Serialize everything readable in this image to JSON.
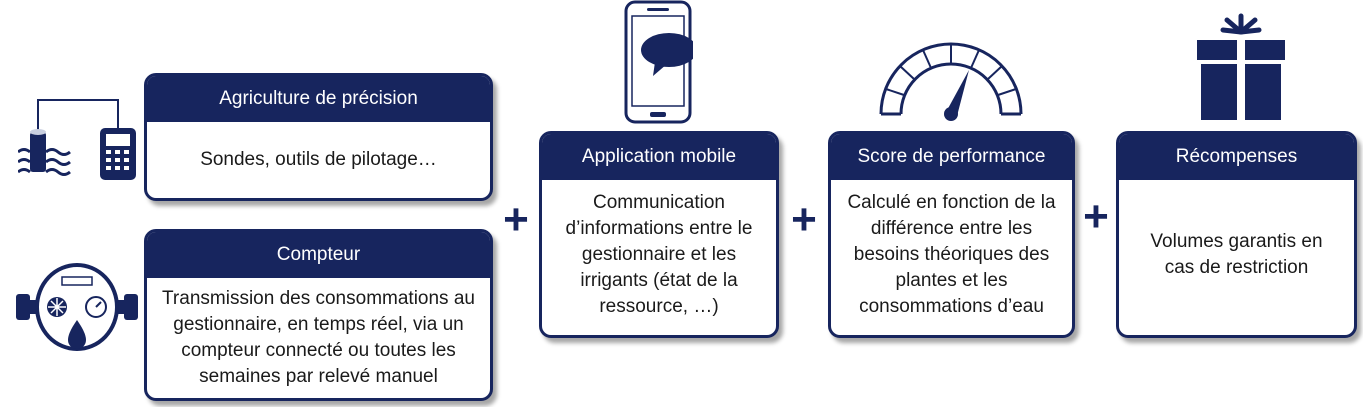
{
  "cards": {
    "agriculture": {
      "title": "Agriculture de précision",
      "body": "Sondes, outils de pilotage…"
    },
    "compteur": {
      "title": "Compteur",
      "body": "Transmission des consommations au gestionnaire, en temps réel, via un compteur connecté ou toutes les semaines par relevé manuel"
    },
    "application": {
      "title": "Application mobile",
      "body": "Communication d’informations entre le gestionnaire et les irrigants (état de la ressource, …)"
    },
    "score": {
      "title": "Score de performance",
      "body": "Calculé en fonction de la différence entre les besoins théoriques des plantes et les consommations d’eau"
    },
    "recompenses": {
      "title": "Récompenses",
      "body": "Volumes garantis en cas de restriction"
    }
  },
  "operators": {
    "plus": "+"
  },
  "icons": [
    "water-probe-icon",
    "water-meter-icon",
    "smartphone-chat-icon",
    "speedometer-gauge-icon",
    "gift-box-icon"
  ],
  "colors": {
    "primary": "#17255e",
    "background": "#ffffff"
  }
}
